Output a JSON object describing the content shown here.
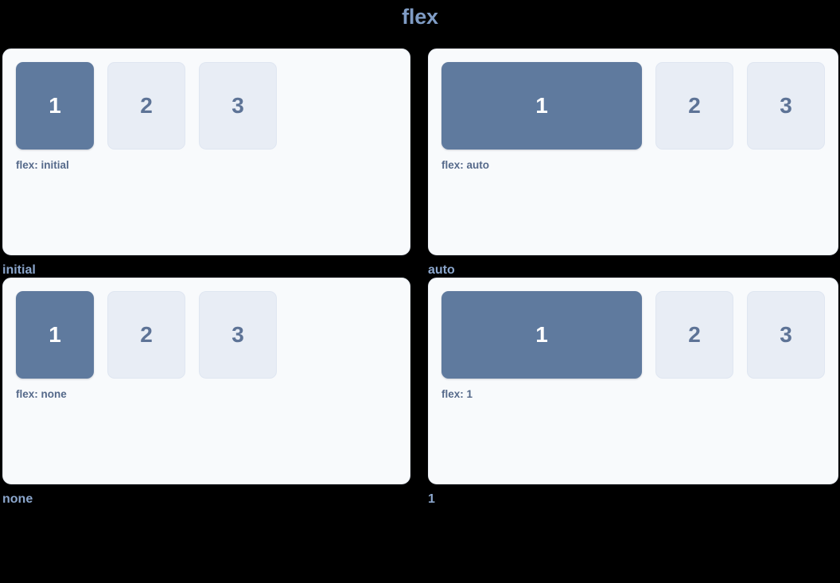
{
  "page": {
    "title": "flex",
    "background_color": "#000000",
    "title_color": "#7f9cc5"
  },
  "colors": {
    "panel_bg": "#f8fafc",
    "panel_border": "#e6ebf2",
    "item_primary_bg": "#5f7a9e",
    "item_primary_text": "#ffffff",
    "item_muted_bg": "#e8edf5",
    "item_muted_text": "#5d7396",
    "caption_text": "#55698a",
    "label_text": "#8ba6cc"
  },
  "demos": [
    {
      "label": "initial",
      "caption": "flex: initial",
      "items": [
        {
          "text": "1",
          "style": "primary",
          "grows": false
        },
        {
          "text": "2",
          "style": "muted",
          "grows": false
        },
        {
          "text": "3",
          "style": "muted",
          "grows": false
        }
      ]
    },
    {
      "label": "auto",
      "caption": "flex: auto",
      "items": [
        {
          "text": "1",
          "style": "primary",
          "grows": true
        },
        {
          "text": "2",
          "style": "muted",
          "grows": false
        },
        {
          "text": "3",
          "style": "muted",
          "grows": false
        }
      ]
    },
    {
      "label": "none",
      "caption": "flex: none",
      "items": [
        {
          "text": "1",
          "style": "primary",
          "grows": false
        },
        {
          "text": "2",
          "style": "muted",
          "grows": false
        },
        {
          "text": "3",
          "style": "muted",
          "grows": false
        }
      ]
    },
    {
      "label": "1",
      "caption": "flex: 1",
      "items": [
        {
          "text": "1",
          "style": "primary",
          "grows": true
        },
        {
          "text": "2",
          "style": "muted",
          "grows": false
        },
        {
          "text": "3",
          "style": "muted",
          "grows": false
        }
      ]
    }
  ]
}
